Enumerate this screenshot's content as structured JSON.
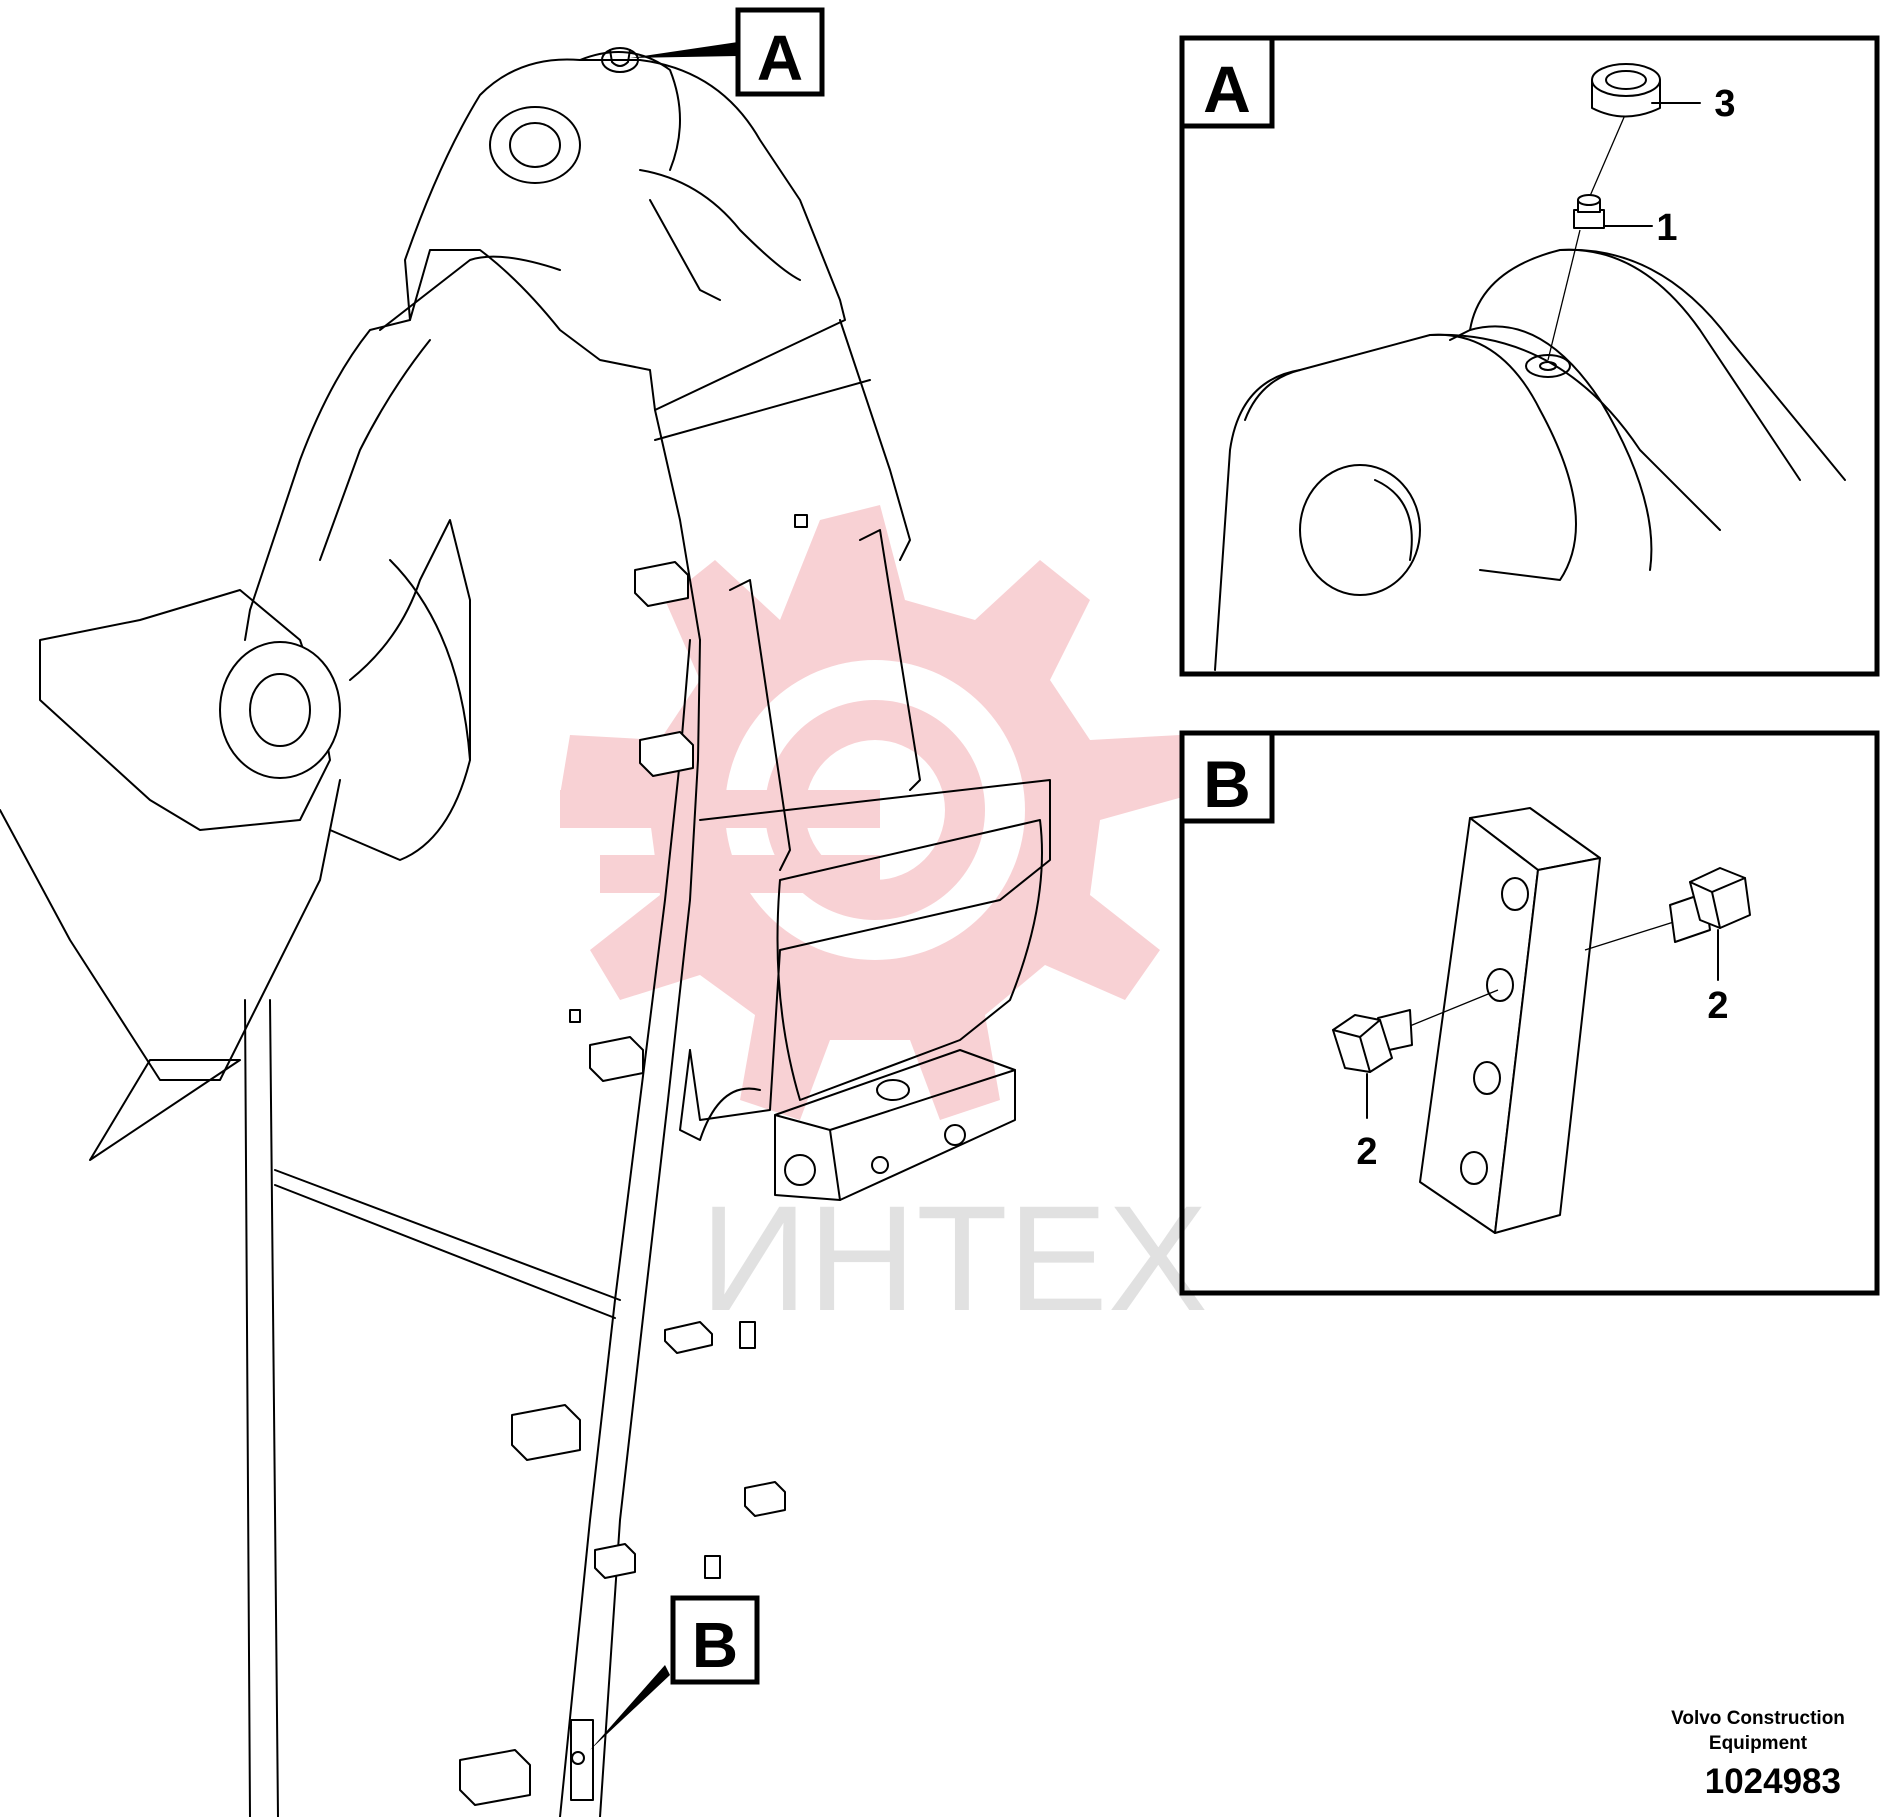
{
  "callouts": {
    "main_a": "A",
    "main_b": "B"
  },
  "detail_a": {
    "label": "A",
    "items": [
      "3",
      "1"
    ]
  },
  "detail_b": {
    "label": "B",
    "items": [
      "2",
      "2"
    ]
  },
  "watermark": {
    "text": "ИНТЕХ",
    "gear_color": "#f7c9cd",
    "text_color": "#dcdcdc"
  },
  "credit": {
    "company": "Volvo Construction Equipment",
    "doc_number": "1024983"
  }
}
